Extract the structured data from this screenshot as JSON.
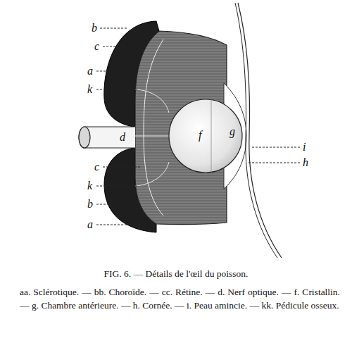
{
  "diagram": {
    "caption": "FIG. 6. — Détails de l'œil du poisson.",
    "labels": [
      "b",
      "c",
      "a",
      "k",
      "d",
      "c",
      "k",
      "b",
      "a",
      "g",
      "f",
      "i",
      "h",
      "aa. Sclérotique. — bb. Choroïde. — cc. Rétine. — d. Nerf optique. — f. Cristallin. — g. Chambre antérieure. — h. Cornée. — i. Peau amincie. — kk. Pédicule osseux."
    ]
  }
}
